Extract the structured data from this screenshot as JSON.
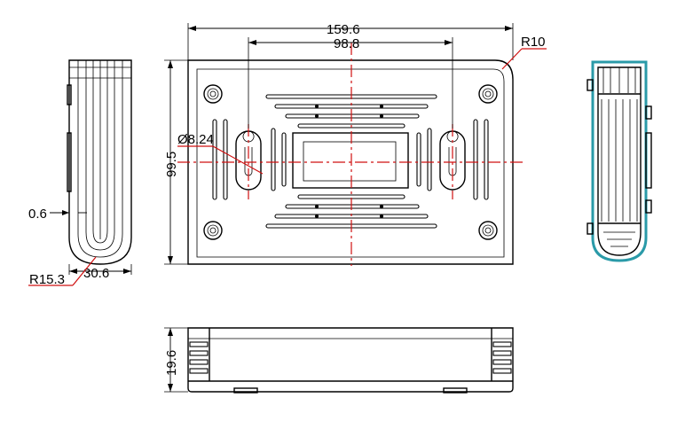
{
  "dimensions": {
    "overall_width": "159.6",
    "hole_spacing": "98.8",
    "corner_radius": "R10",
    "overall_depth": "99.5",
    "keyhole_diameter": "Ø8.24",
    "wall_thickness": "0.6",
    "side_radius": "R15.3",
    "side_width": "30.6",
    "height": "19.6"
  },
  "colors": {
    "line": "#000000",
    "centerline": "#d01010",
    "section_highlight": "#2a9aa8"
  }
}
